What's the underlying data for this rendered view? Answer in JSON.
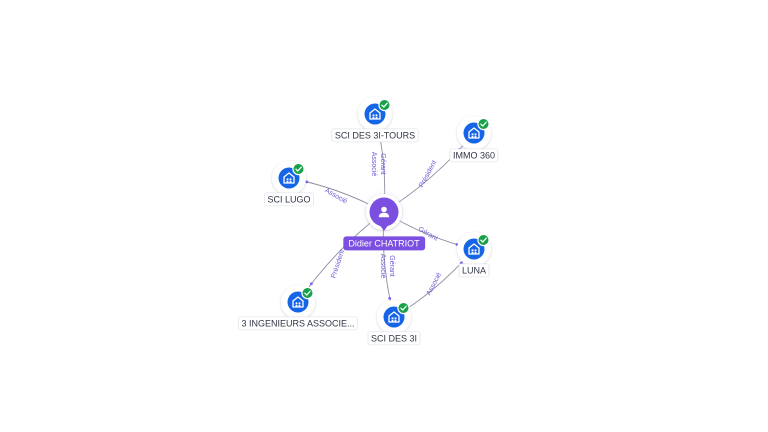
{
  "center": {
    "name": "Didier CHATRIOT",
    "icon": "person-icon",
    "color": "#7b4fe0"
  },
  "company_icon": "building-icon",
  "verified_icon": "check-badge-icon",
  "colors": {
    "company_fill": "#1565e6",
    "verified": "#17a14a",
    "edge_label": "#6e5bd6",
    "edge": "#8a8fa0"
  },
  "nodes": [
    {
      "id": "sci-des-3i-tours",
      "label": "SCI DES 3I-TOURS",
      "roles": [
        "Gérant",
        "Associé"
      ]
    },
    {
      "id": "immo-360",
      "label": "IMMO 360",
      "roles": [
        "Président"
      ]
    },
    {
      "id": "sci-lugo",
      "label": "SCI LUGO",
      "roles": [
        "Associé"
      ]
    },
    {
      "id": "luna",
      "label": "LUNA",
      "roles": [
        "Gérant"
      ]
    },
    {
      "id": "3-ingenieurs-associes",
      "label": "3 INGENIEURS ASSOCIE...",
      "roles": [
        "Président"
      ]
    },
    {
      "id": "sci-des-3i",
      "label": "SCI DES 3I",
      "roles": [
        "Gérant",
        "Associé"
      ]
    }
  ],
  "secondary_edges": [
    {
      "from": "sci-des-3i",
      "to": "luna",
      "roles": [
        "Associé"
      ]
    }
  ]
}
